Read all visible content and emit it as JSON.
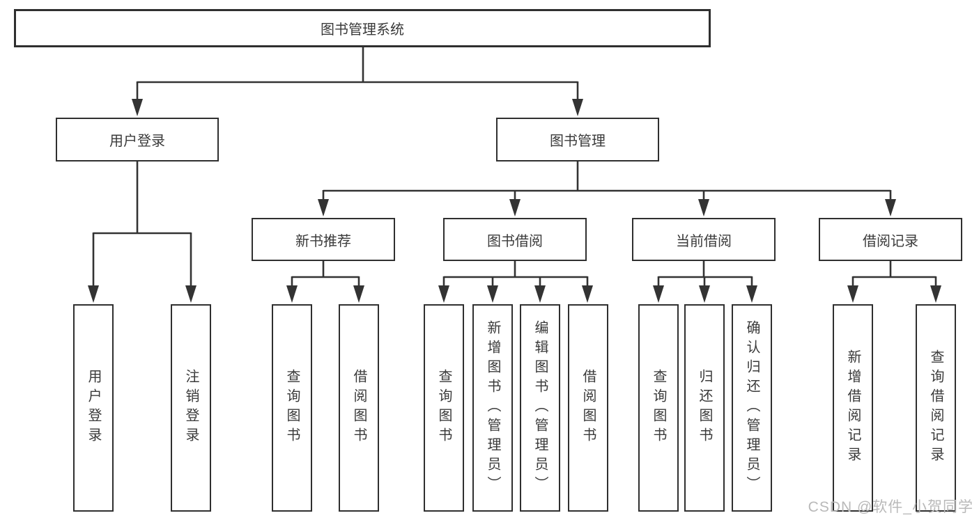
{
  "diagram": {
    "root": {
      "label": "图书管理系统"
    },
    "branches": [
      {
        "label": "用户登录",
        "children": [
          {
            "label": "用户登录"
          },
          {
            "label": "注销登录"
          }
        ]
      },
      {
        "label": "图书管理",
        "children": [
          {
            "label": "新书推荐",
            "children": [
              {
                "label": "查询图书"
              },
              {
                "label": "借阅图书"
              }
            ]
          },
          {
            "label": "图书借阅",
            "children": [
              {
                "label": "查询图书"
              },
              {
                "label": "新增图书（管理员）"
              },
              {
                "label": "编辑图书（管理员）"
              },
              {
                "label": "借阅图书"
              }
            ]
          },
          {
            "label": "当前借阅",
            "children": [
              {
                "label": "查询图书"
              },
              {
                "label": "归还图书"
              },
              {
                "label": "确认归还（管理员）"
              }
            ]
          },
          {
            "label": "借阅记录",
            "children": [
              {
                "label": "新增借阅记录"
              },
              {
                "label": "查询借阅记录"
              }
            ]
          }
        ]
      }
    ]
  },
  "watermark": {
    "text": "CSDN @软件_小贺同学"
  },
  "colors": {
    "line": "#333333",
    "box_border": "#2f2f2f",
    "text": "#3a3a3a",
    "watermark": "#b9b9b9",
    "background": "#ffffff"
  }
}
